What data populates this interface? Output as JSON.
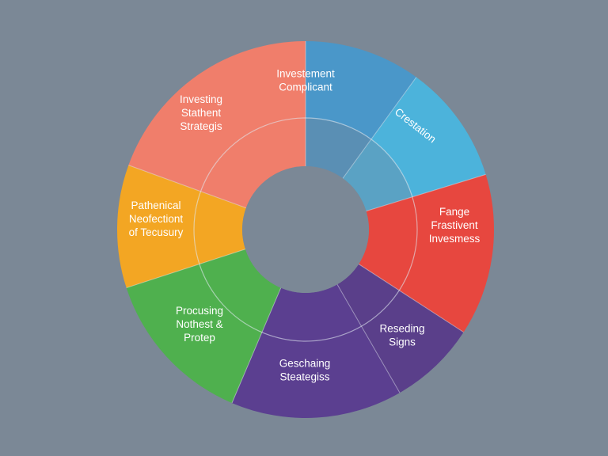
{
  "diagram": {
    "background": "#7b8896",
    "inner_circle_color": "#7b8896",
    "divider_color": "#e8eef5",
    "segments": [
      {
        "id": "investement-complicant",
        "color": "#4a97c9",
        "inner_tint": "#5a8fb4",
        "label_lines": [
          "Investement",
          "Complicant"
        ],
        "label_color": "#ffffff"
      },
      {
        "id": "crestation",
        "color": "#4cb3db",
        "inner_tint": "#5aa2c4",
        "label_lines": [
          "Crestation"
        ],
        "label_color": "#ffffff"
      },
      {
        "id": "fange-frastivent",
        "color": "#e7473f",
        "inner_tint": "#e7473f",
        "label_lines": [
          "Fange",
          "Frastivent",
          "Invesmess"
        ],
        "label_color": "#ffffff"
      },
      {
        "id": "reseding-signs",
        "color": "#5a3f8a",
        "inner_tint": "#5a3f8a",
        "label_lines": [
          "Reseding",
          "Signs"
        ],
        "label_color": "#ffffff"
      },
      {
        "id": "geschaing-steategiss",
        "color": "#5b3f90",
        "inner_tint": "#5b3f90",
        "label_lines": [
          "Geschaing",
          "Steategiss"
        ],
        "label_color": "#ffffff"
      },
      {
        "id": "procusing-nothest",
        "color": "#4fb04e",
        "inner_tint": "#4fb04e",
        "label_lines": [
          "Procusing",
          "Nothest &",
          "Protep"
        ],
        "label_color": "#ffffff"
      },
      {
        "id": "pathenical-neofectiont",
        "color": "#f3a623",
        "inner_tint": "#f3a623",
        "label_lines": [
          "Pathenical",
          "Neofectiont",
          "of Tecusury"
        ],
        "label_color": "#ffffff"
      },
      {
        "id": "investing-stathent",
        "color": "#f07e6b",
        "inner_tint": "#f07e6b",
        "label_lines": [
          "Investing",
          "Stathent",
          "Strategis"
        ],
        "label_color": "#ffffff"
      }
    ]
  }
}
